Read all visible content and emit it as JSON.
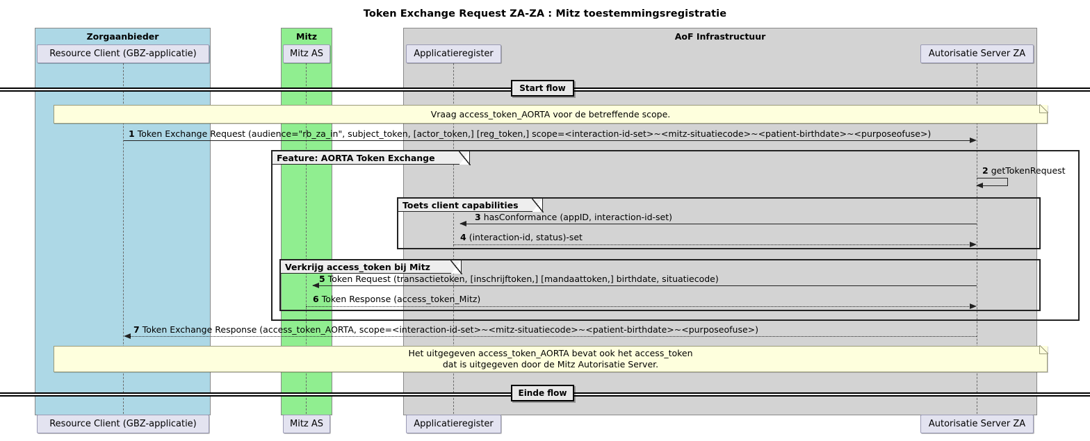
{
  "diagram": {
    "title": "Token Exchange Request ZA-ZA : Mitz toestemmingsregistratie",
    "type": "uml-sequence-diagram"
  },
  "groups": [
    {
      "name": "zorgaanbieder",
      "label": "Zorgaanbieder",
      "color": "#ADD8E6"
    },
    {
      "name": "mitz",
      "label": "Mitz",
      "color": "#90EE90"
    },
    {
      "name": "aof",
      "label": "AoF Infrastructuur",
      "color": "#D3D3D3"
    }
  ],
  "participants": [
    {
      "name": "resource-client",
      "label": "Resource Client (GBZ-applicatie)",
      "group": "zorgaanbieder"
    },
    {
      "name": "mitz-as",
      "label": "Mitz AS",
      "group": "mitz"
    },
    {
      "name": "applicatieregister",
      "label": "Applicatieregister",
      "group": "aof"
    },
    {
      "name": "autorisatie-server-za",
      "label": "Autorisatie Server ZA",
      "group": "aof"
    }
  ],
  "dividers": [
    {
      "name": "start-flow",
      "label": "Start flow"
    },
    {
      "name": "einde-flow",
      "label": "Einde flow"
    }
  ],
  "notes": [
    {
      "name": "note-vraag-access-token",
      "text": "Vraag access_token_AORTA voor de betreffende scope."
    },
    {
      "name": "note-uitgegeven-access-token",
      "text": "Het uitgegeven access_token_AORTA bevat ook het access_token\ndat is uitgegeven door de Mitz Autorisatie Server."
    }
  ],
  "fragments": [
    {
      "name": "fragment-aorta-token-exchange",
      "label": "Feature: AORTA Token Exchange"
    },
    {
      "name": "fragment-toets-client-capabilities",
      "label": "Toets client capabilities"
    },
    {
      "name": "fragment-verkrijg-access-token",
      "label": "Verkrijg access_token bij Mitz"
    }
  ],
  "messages": [
    {
      "name": "message-1-token-exchange-request",
      "number": "1",
      "text": "Token Exchange Request (audience=\"rb_za_in\", subject_token, [actor_token,] [reg_token,] scope=<interaction-id-set>~<mitz-situatiecode>~<patient-birthdate>~<purposeofuse>)",
      "from": "resource-client",
      "to": "autorisatie-server-za",
      "style": "solid"
    },
    {
      "name": "message-2-get-token-request",
      "number": "2",
      "text": "getTokenRequest",
      "from": "autorisatie-server-za",
      "to": "autorisatie-server-za",
      "style": "solid-self"
    },
    {
      "name": "message-3-has-conformance",
      "number": "3",
      "text": "hasConformance (appID, interaction-id-set)",
      "from": "autorisatie-server-za",
      "to": "applicatieregister",
      "style": "solid"
    },
    {
      "name": "message-4-interaction-id-status-set",
      "number": "4",
      "text": "(interaction-id, status)-set",
      "from": "applicatieregister",
      "to": "autorisatie-server-za",
      "style": "dotted"
    },
    {
      "name": "message-5-token-request",
      "number": "5",
      "text": "Token Request (transactietoken, [inschrijftoken,] [mandaattoken,] birthdate, situatiecode)",
      "from": "autorisatie-server-za",
      "to": "mitz-as",
      "style": "solid"
    },
    {
      "name": "message-6-token-response",
      "number": "6",
      "text": "Token Response (access_token_Mitz)",
      "from": "mitz-as",
      "to": "autorisatie-server-za",
      "style": "dotted"
    },
    {
      "name": "message-7-token-exchange-response",
      "number": "7",
      "text": "Token Exchange Response (access_token_AORTA, scope=<interaction-id-set>~<mitz-situatiecode>~<patient-birthdate>~<purposeofuse>)",
      "from": "autorisatie-server-za",
      "to": "resource-client",
      "style": "dotted"
    }
  ],
  "colors": {
    "zorgaanbieder": "#ADD8E6",
    "mitz": "#90EE90",
    "aof": "#D3D3D3",
    "participant_box": "#E3E3F0",
    "note": "#FEFFDD",
    "fragment_tab": "#EEEEEE"
  }
}
